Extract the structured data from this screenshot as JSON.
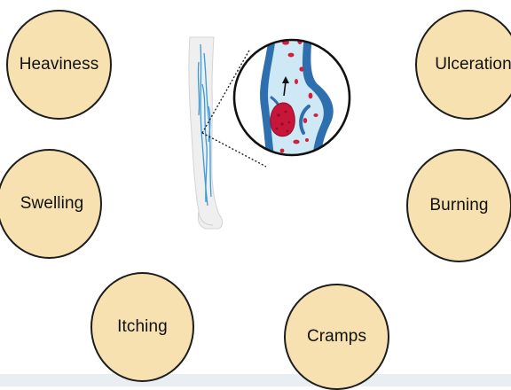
{
  "symptoms": {
    "heaviness": "Heaviness",
    "swelling": "Swelling",
    "itching": "Itching",
    "ulceration": "Ulceration",
    "burning": "Burning",
    "cramps": "Cramps"
  },
  "colors": {
    "circle_fill": "#f7e1b0",
    "circle_border": "#1d1d1d",
    "vein_blue": "#2e6fb0",
    "blood_red": "#d21f3c",
    "vein_lumen": "#cfe8f5"
  }
}
